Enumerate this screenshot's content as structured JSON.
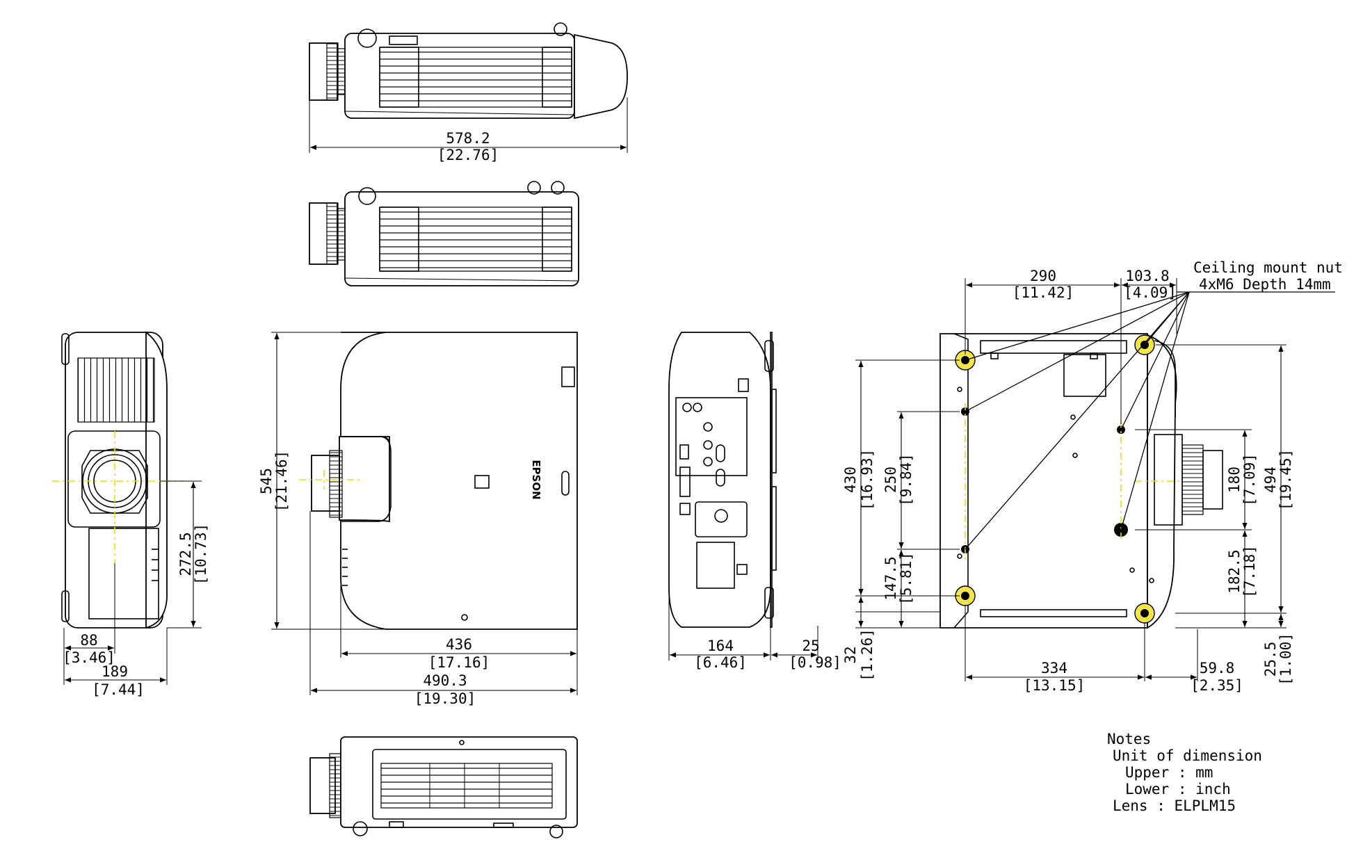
{
  "brand_logo": "EPSON",
  "callout": {
    "line1": "Ceiling mount nut",
    "line2": "4xM6 Depth 14mm"
  },
  "dimensions": {
    "top_length": {
      "mm": "578.2",
      "inch": "[22.76]"
    },
    "front_height": {
      "mm": "545",
      "inch": "[21.46]"
    },
    "front_depth": {
      "mm": "436",
      "inch": "[17.16]"
    },
    "front_width": {
      "mm": "490.3",
      "inch": "[19.30]"
    },
    "side_lens_height": {
      "mm": "272.5",
      "inch": "[10.73]"
    },
    "side_lens_offset": {
      "mm": "88",
      "inch": "[3.46]"
    },
    "side_width": {
      "mm": "189",
      "inch": "[7.44]"
    },
    "rear_width": {
      "mm": "164",
      "inch": "[6.46]"
    },
    "rear_offset": {
      "mm": "25",
      "inch": "[0.98]"
    },
    "bottom_290": {
      "mm": "290",
      "inch": "[11.42]"
    },
    "bottom_103": {
      "mm": "103.8",
      "inch": "[4.09]"
    },
    "bottom_430": {
      "mm": "430",
      "inch": "[16.93]"
    },
    "bottom_250": {
      "mm": "250",
      "inch": "[9.84]"
    },
    "bottom_147": {
      "mm": "147.5",
      "inch": "[5.81]"
    },
    "bottom_32": {
      "mm": "32",
      "inch": "[1.26]"
    },
    "bottom_334": {
      "mm": "334",
      "inch": "[13.15]"
    },
    "bottom_59": {
      "mm": "59.8",
      "inch": "[2.35]"
    },
    "bottom_180": {
      "mm": "180",
      "inch": "[7.09]"
    },
    "bottom_494": {
      "mm": "494",
      "inch": "[19.45]"
    },
    "bottom_182": {
      "mm": "182.5",
      "inch": "[7.18]"
    },
    "bottom_25_5": {
      "mm": "25.5",
      "inch": "[1.00]"
    }
  },
  "notes": {
    "title": "Notes",
    "line1": "Unit of dimension",
    "line2": "Upper : mm",
    "line3": "Lower : inch",
    "line4": "Lens : ELPLM15"
  },
  "colors": {
    "centerline": "#f2dd00",
    "line": "#000000",
    "background": "#ffffff"
  }
}
